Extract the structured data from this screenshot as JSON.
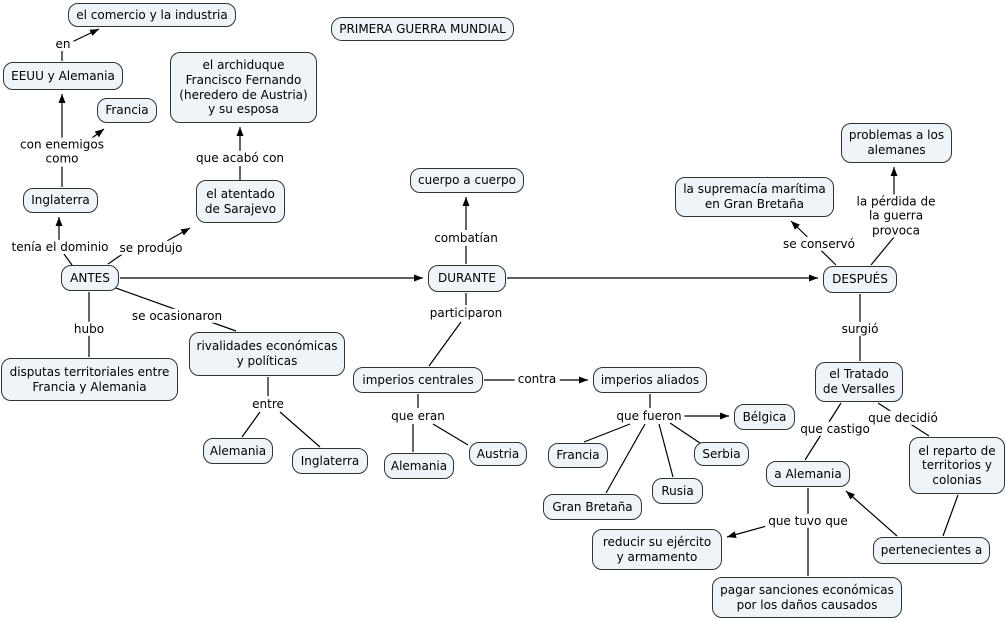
{
  "title": "PRIMERA GUERRA MUNDIAL",
  "colors": {
    "background": "#ffffff",
    "node_fill": "#eef4f8",
    "node_border": "#2e3336",
    "line": "#000000"
  },
  "nodes": {
    "comercio": "el comercio y la industria",
    "eeuu": "EEUU y Alemania",
    "francia_top": "Francia",
    "inglaterra_top": "Inglaterra",
    "atentado": "el atentado\nde Sarajevo",
    "archiduque": "el archiduque\nFrancisco Fernando\n(heredero de Austria)\ny su esposa",
    "antes": "ANTES",
    "disputas": "disputas territoriales entre\nFrancia y Alemania",
    "rivalidades": "rivalidades económicas\ny políticas",
    "alemania_izq": "Alemania",
    "inglaterra_inf": "Inglaterra",
    "cuerpo": "cuerpo a cuerpo",
    "durante": "DURANTE",
    "imperios_centrales": "imperios centrales",
    "imperios_aliados": "imperios aliados",
    "alemania_centro": "Alemania",
    "austria": "Austria",
    "francia_inf": "Francia",
    "gran_bretana": "Gran Bretaña",
    "rusia": "Rusia",
    "serbia": "Serbia",
    "belgica": "Bélgica",
    "supremacia": "la supremacía marítima\nen Gran Bretaña",
    "problemas": "problemas a los\nalemanes",
    "despues": "DESPUÉS",
    "tratado": "el Tratado\nde Versalles",
    "a_alemania": "a Alemania",
    "reparto": "el reparto de\nterritorios y\ncolonias",
    "pertenecientes": "pertenecientes a",
    "reducir": "reducir su ejército\ny armamento",
    "pagar": "pagar sanciones económicas\npor los daños causados"
  },
  "link_labels": {
    "en": "en",
    "con_enemigos": "con enemigos\ncomo",
    "tenia": "tenía el dominio",
    "se_produjo": "se produjo",
    "que_acabo": "que acabó con",
    "hubo": "hubo",
    "se_ocasionaron": "se ocasionaron",
    "entre": "entre",
    "combatian": "combatían",
    "participaron": "participaron",
    "que_eran": "que eran",
    "contra": "contra",
    "que_fueron": "que fueron",
    "se_conservo": "se conservó",
    "perdida": "la pérdida de\nla guerra provoca",
    "surgio": "surgió",
    "que_castigo": "que castigó",
    "que_decidio": "que decidió",
    "que_tuvo": "que tuvo que",
    "que_tuvo_reducir_target": ""
  }
}
